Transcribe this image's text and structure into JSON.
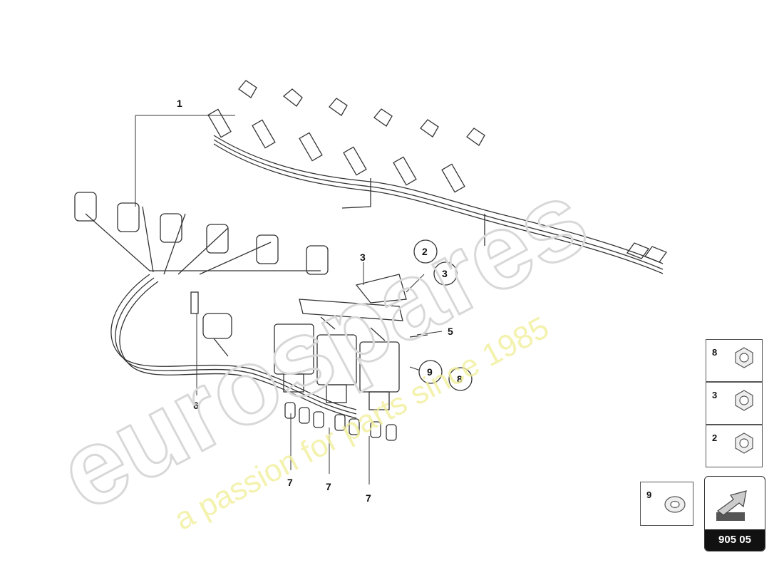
{
  "callouts": {
    "c1": "1",
    "c3": "3",
    "c5": "5",
    "c6": "6",
    "c7a": "7",
    "c7b": "7",
    "c7c": "7",
    "circle2": "2",
    "circle3": "3",
    "circle9": "9",
    "circle8": "8"
  },
  "side_parts": [
    {
      "num": "8",
      "icon": "hex-nut-icon"
    },
    {
      "num": "3",
      "icon": "hex-nut-icon"
    },
    {
      "num": "2",
      "icon": "hex-nut-icon"
    },
    {
      "num": "9",
      "icon": "washer-icon"
    }
  ],
  "reference": {
    "code": "905 05",
    "icon": "arrow-icon"
  },
  "watermark": {
    "brand": "eurospares",
    "tagline": "a passion for parts since 1985"
  },
  "colors": {
    "line": "#333333",
    "watermark_text": "#f2ef9c",
    "ref_label_bg": "#111111"
  }
}
